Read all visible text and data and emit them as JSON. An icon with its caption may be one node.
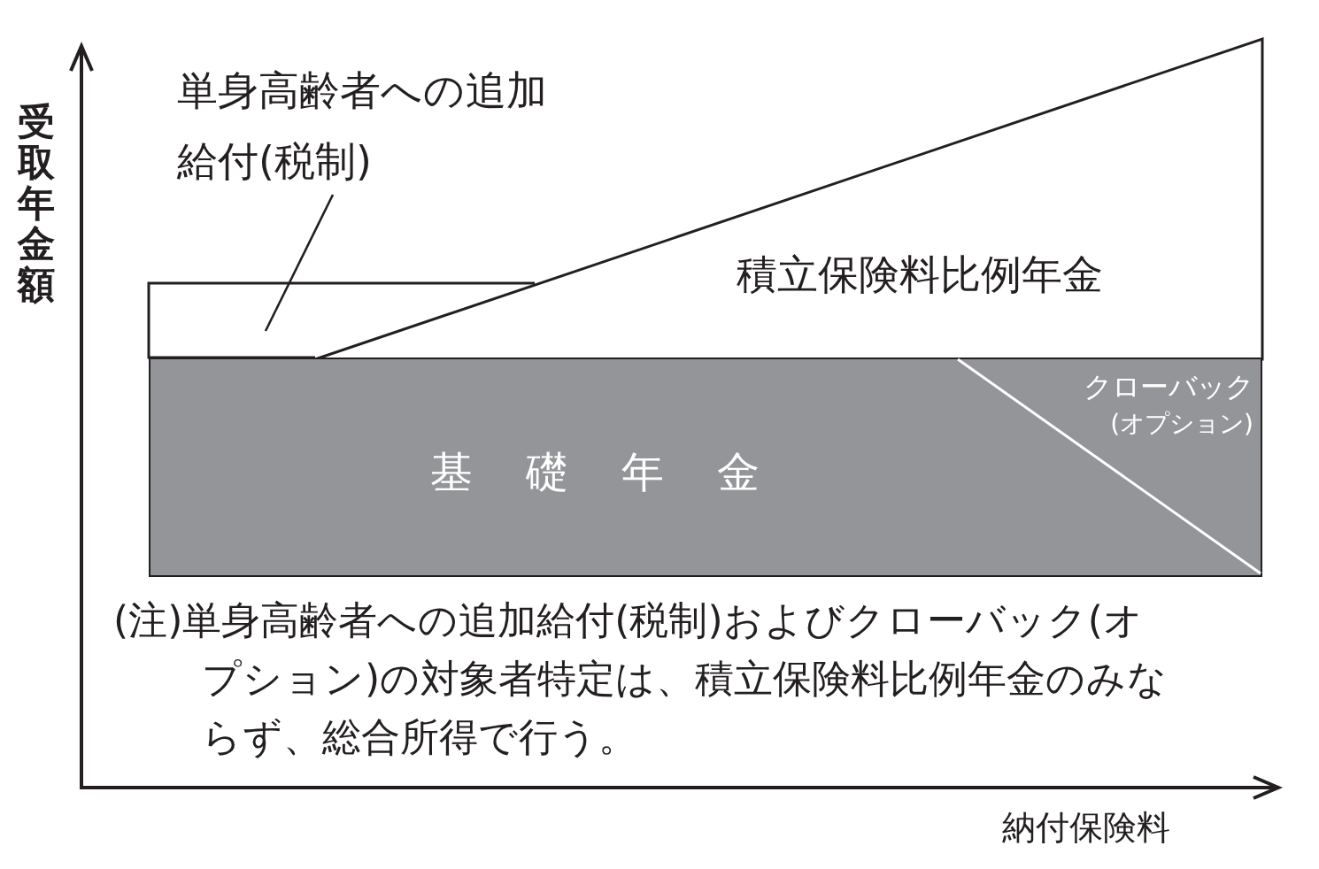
{
  "diagram": {
    "nodes": [
      {
        "text": [
          "単身高齢者への追加給付(税制)"
        ]
      },
      {
        "text": [],
        "shape": "box"
      },
      {
        "text": [
          "積立保険料比例年金"
        ]
      },
      {
        "text": [
          "基礎年金"
        ]
      },
      {
        "text": [
          "クローバック",
          "(オプション)"
        ],
        "in": 3
      }
    ],
    "edges": [
      {
        "from": 0,
        "to": 1,
        "arrow": "none"
      }
    ],
    "labels": [
      "受取年金額",
      "納付保険料",
      "(注)単身高齢者への追加給付(税制)およびクローバック(オプション)の対象者特定は、積立保険料比例年金のみならず、総合所得で行う。"
    ]
  }
}
